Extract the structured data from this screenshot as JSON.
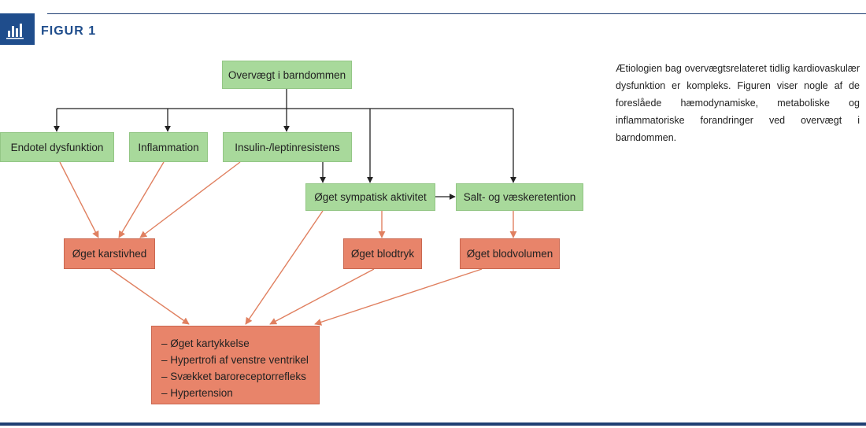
{
  "header": {
    "figure_label": "FIGUR 1",
    "icon": "bar-chart-icon"
  },
  "colors": {
    "navy": "#1f4d8c",
    "green_box": "#a8d99b",
    "orange_box": "#e8846a",
    "black_arrow": "#222222",
    "orange_arrow": "#e08060"
  },
  "nodes": {
    "overvaegt": "Overvægt i barndommen",
    "endotel": "Endotel dysfunktion",
    "inflammation": "Inflammation",
    "insulin": "Insulin-/leptinresistens",
    "sympatisk": "Øget sympatisk aktivitet",
    "salt": "Salt- og væskeretention",
    "karstivhed": "Øget karstivhed",
    "blodtryk": "Øget blodtryk",
    "blodvolumen": "Øget blodvolumen"
  },
  "outcomes": [
    "– Øget kartykkelse",
    "– Hypertrofi af venstre ventrikel",
    "– Svækket baroreceptorrefleks",
    "– Hypertension"
  ],
  "caption": "Ætiologien bag overvægtsrelateret tidlig kardiovaskulær dysfunktion er kompleks. Figuren viser nogle af de foreslåede hæmodynamiske, metaboliske og inflammatoriske forandringer ved overvægt i barndommen."
}
